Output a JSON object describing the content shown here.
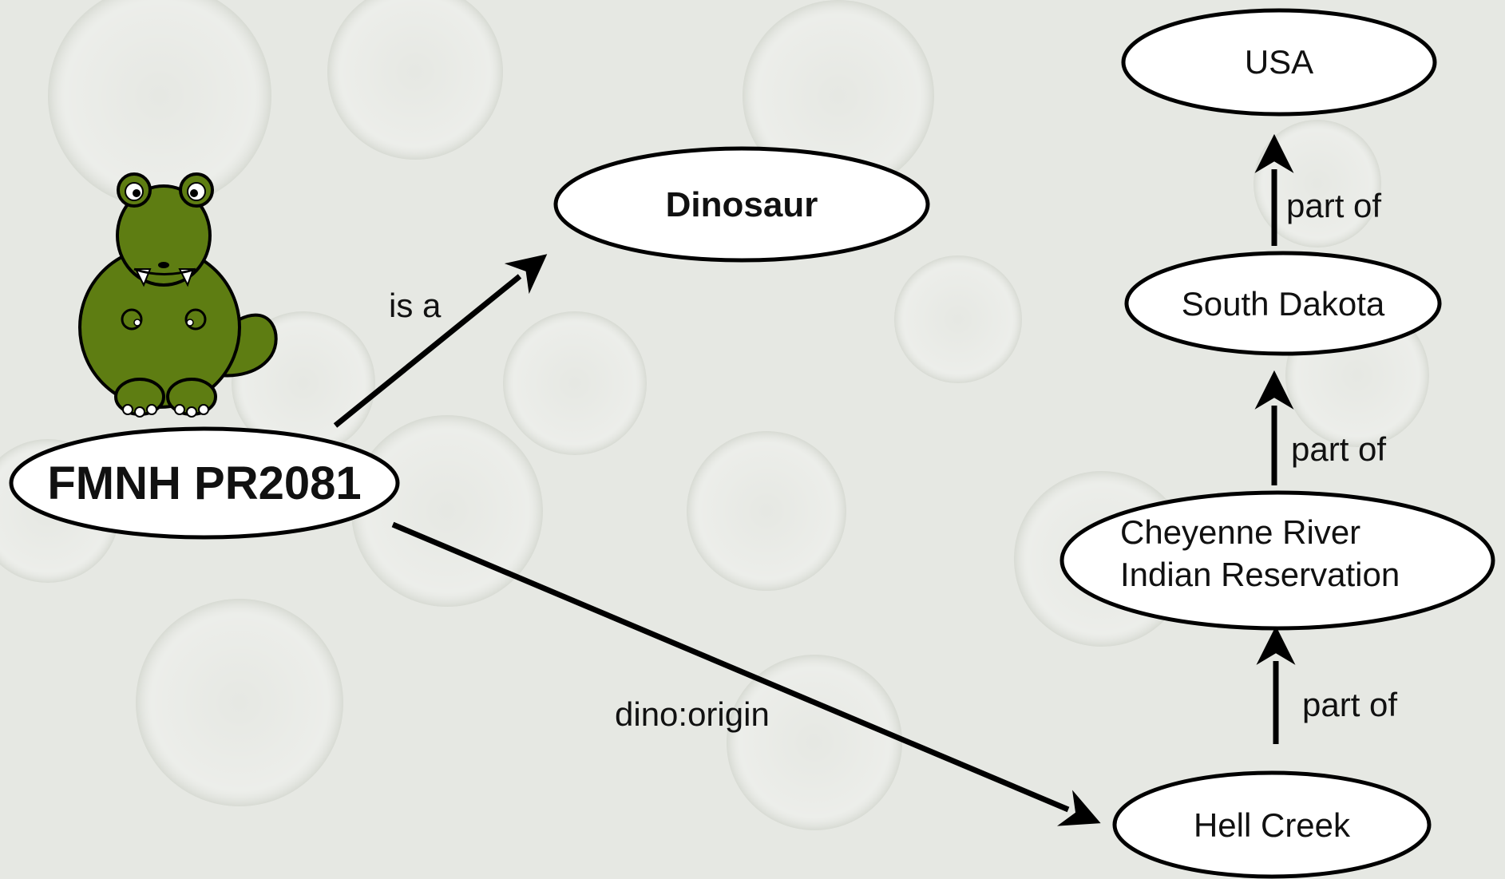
{
  "nodes": {
    "specimen": "FMNH PR2081",
    "dinosaur": "Dinosaur",
    "usa": "USA",
    "south_dakota": "South Dakota",
    "cheyenne_line1": "Cheyenne River",
    "cheyenne_line2": "Indian Reservation",
    "hell_creek": "Hell Creek"
  },
  "edges": {
    "is_a": "is a",
    "dino_origin": "dino:origin",
    "part_of_1": "part of",
    "part_of_2": "part of",
    "part_of_3": "part of"
  },
  "colors": {
    "background": "#e9ebe6",
    "dino_green": "#5e7d12",
    "stroke": "#000000",
    "node_fill": "#ffffff"
  }
}
